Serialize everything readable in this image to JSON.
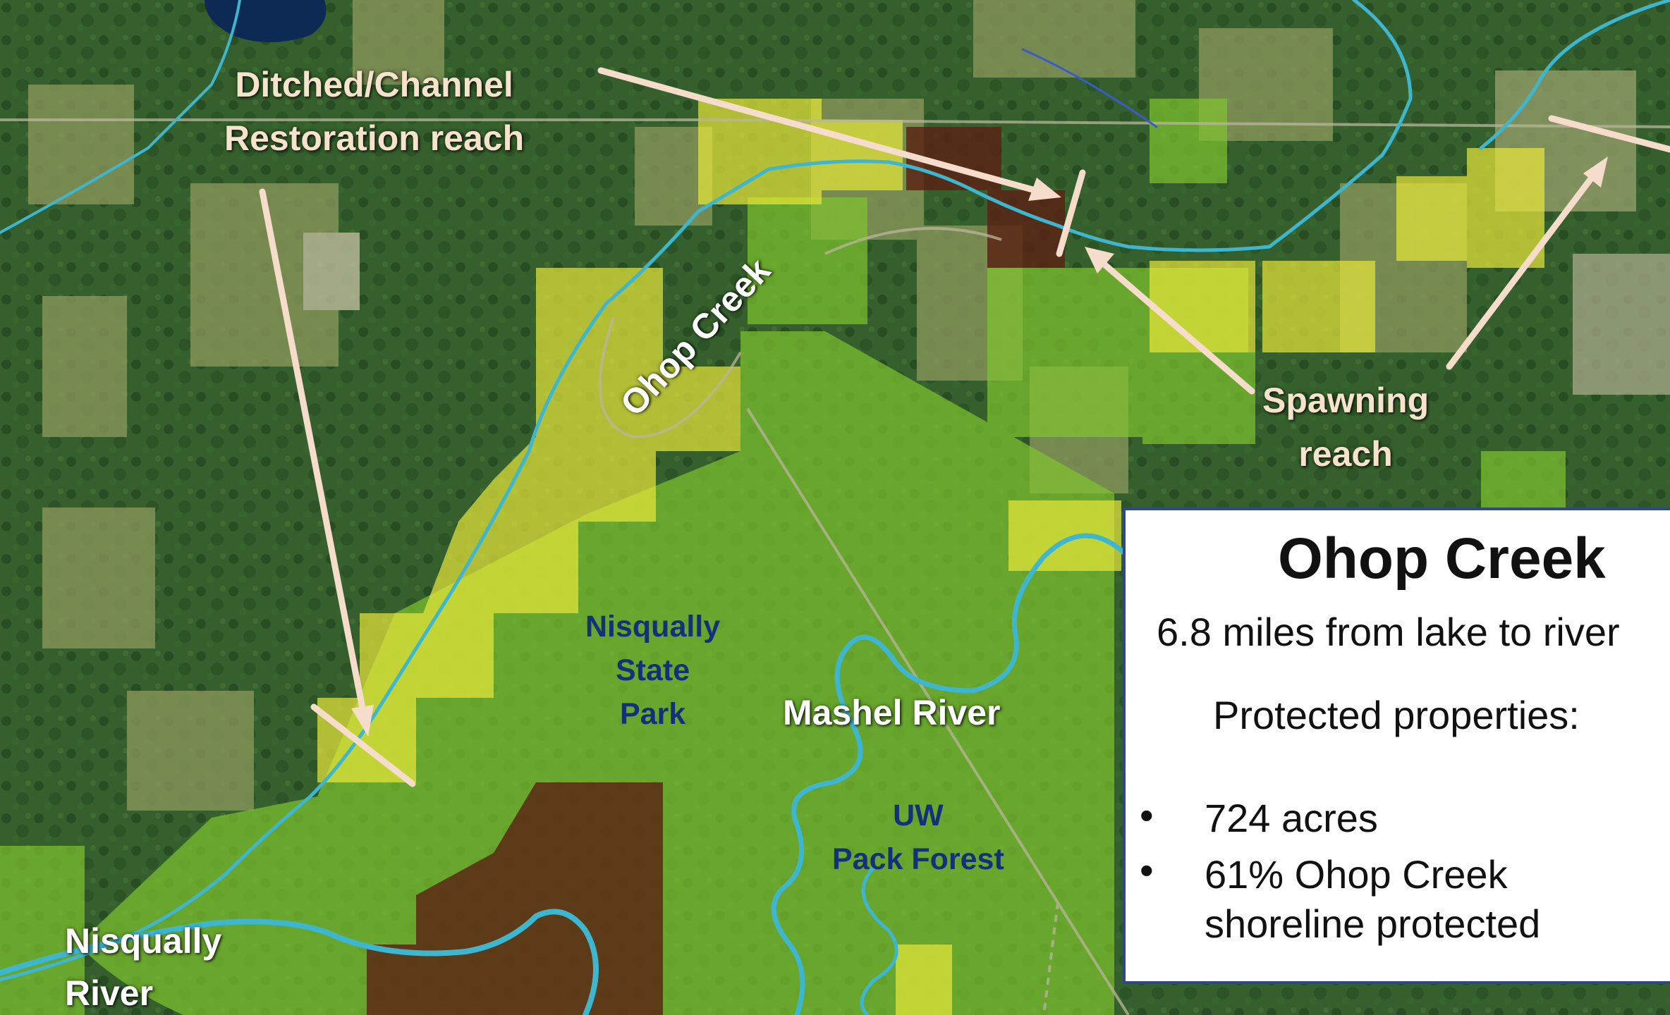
{
  "map": {
    "labels": {
      "ditched_line1": "Ditched/Channel",
      "ditched_line2": "Restoration reach",
      "spawning_line1": "Spawning",
      "spawning_line2": "reach",
      "ohop_creek": "Ohop Creek",
      "nisqually_state_park_line1": "Nisqually",
      "nisqually_state_park_line2": "State",
      "nisqually_state_park_line3": "Park",
      "mashel_river": "Mashel River",
      "uw_pack_forest_line1": "UW",
      "uw_pack_forest_line2": "Pack Forest",
      "nisqually_river_line1": "Nisqually",
      "nisqually_river_line2": "River"
    },
    "colors": {
      "protected_yellow": "#e8e83a",
      "protected_green": "#7fc42e",
      "protected_brown": "#5a2214",
      "creek": "#3fb6cf",
      "callout_arrow": "#f6dccb"
    }
  },
  "info": {
    "title": "Ohop Creek",
    "subtitle": "6.8 miles from lake to river",
    "protected_heading": "Protected properties:",
    "bullets": [
      {
        "symbol": "•",
        "line1": "724 acres"
      },
      {
        "symbol": "•",
        "line1": "61% Ohop Creek",
        "line2": "shoreline protected"
      }
    ]
  }
}
